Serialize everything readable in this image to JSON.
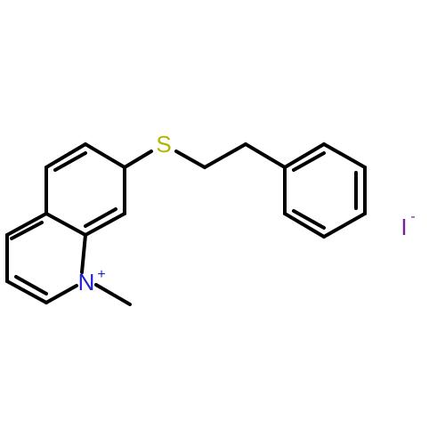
{
  "molecule": {
    "atoms": {
      "sulfur": {
        "symbol": "S",
        "color": "#b5b500"
      },
      "nitrogen": {
        "symbol": "N",
        "charge": "+",
        "color": "#1f1fd6"
      },
      "iodide": {
        "symbol": "I",
        "charge": "-",
        "color": "#7a1fa0"
      }
    },
    "bond_color": "#000000"
  }
}
